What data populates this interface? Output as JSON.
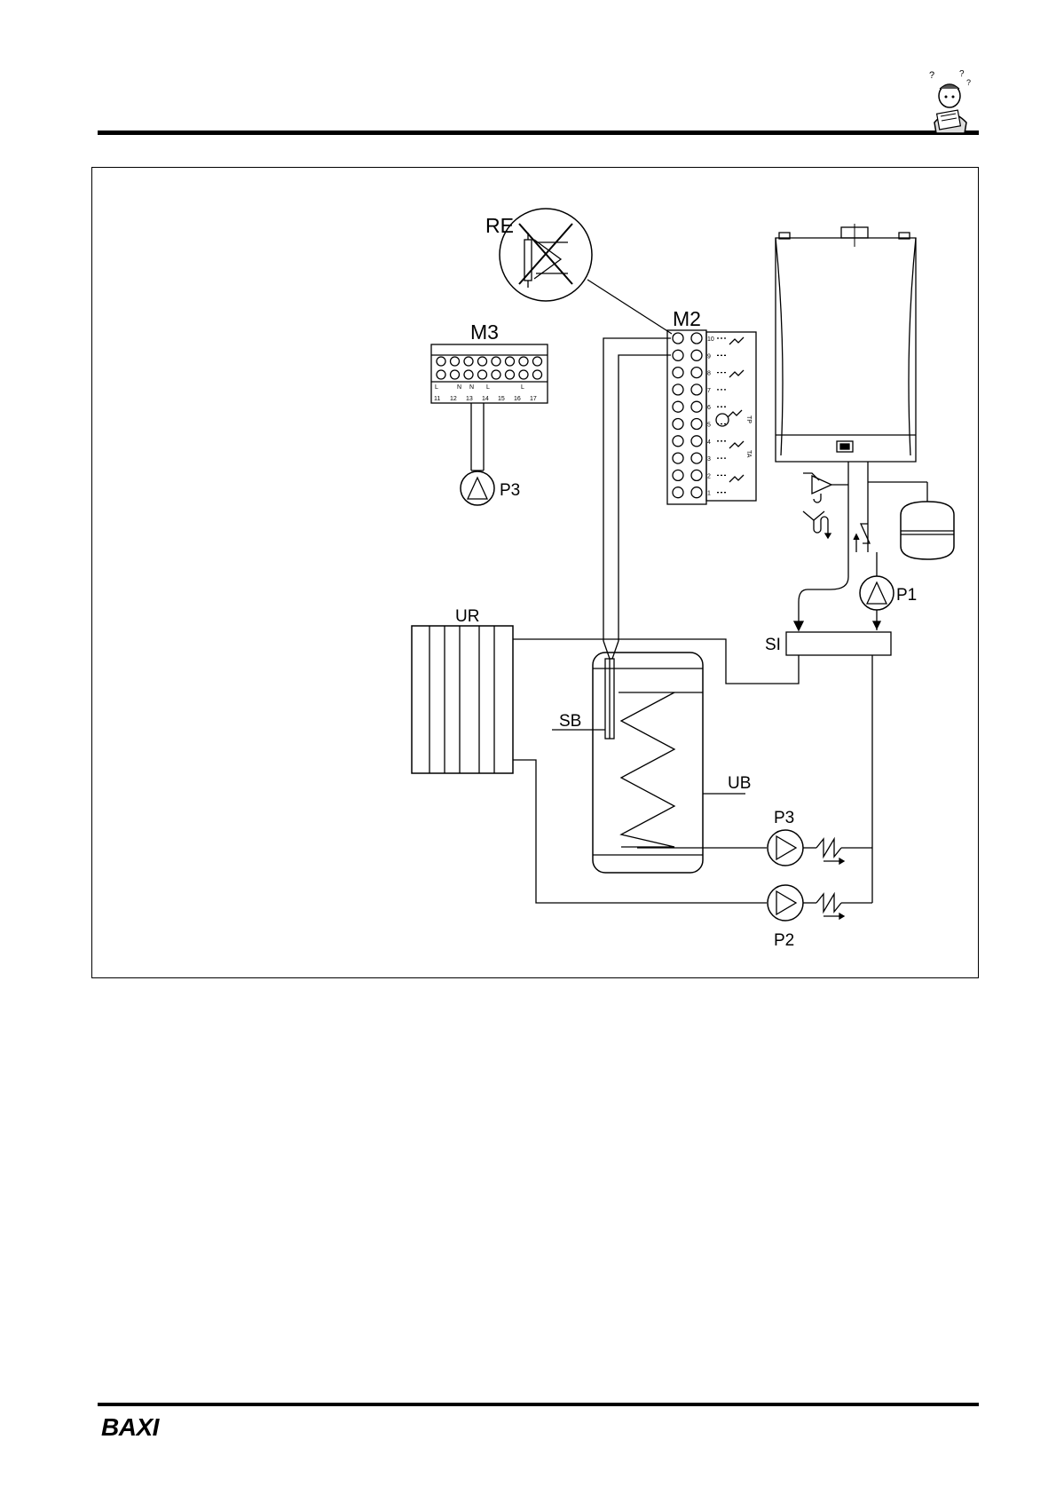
{
  "brand": {
    "name": "BAXI"
  },
  "diagram": {
    "labels": {
      "re": "RE",
      "m3": "M3",
      "m2": "M2",
      "p3_top": "P3",
      "ur": "UR",
      "sb": "SB",
      "ub": "UB",
      "si": "SI",
      "p1": "P1",
      "p3_bottom": "P3",
      "p2": "P2"
    },
    "m2_terminals": [
      "10",
      "9",
      "8",
      "7",
      "6",
      "5",
      "4",
      "3",
      "2",
      "1"
    ],
    "m3_terminals": [
      "11",
      "12",
      "13",
      "14",
      "15",
      "16",
      "17"
    ],
    "m3_marks": [
      "L",
      "N",
      "N",
      "L",
      "L"
    ],
    "m2_side_marks": [
      "TP",
      "TA"
    ]
  },
  "icons": [
    "mechanic-reading-manual-icon",
    "crossed-fuse-icon",
    "pump-icon",
    "check-valve-icon",
    "safety-valve-icon",
    "expansion-vessel-icon"
  ]
}
